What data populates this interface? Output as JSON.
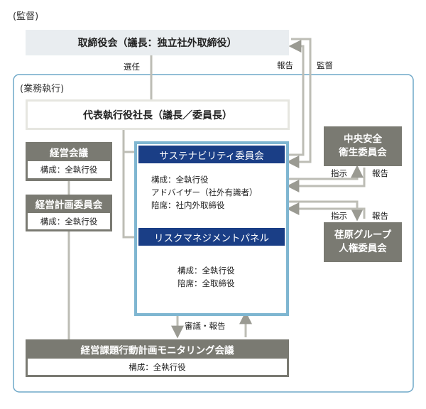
{
  "supervision_label": "(監督)",
  "board": {
    "title": "取締役会（議長：独立社外取締役）"
  },
  "appoint_label": "選任",
  "report_label": "報告",
  "oversee_label": "監督",
  "execution_label": "(業務執行)",
  "president": {
    "title": "代表執行役社長（議長／委員長）"
  },
  "management_meeting": {
    "title": "経営会議",
    "composition": "構成：全執行役"
  },
  "planning_committee": {
    "title": "経営計画委員会",
    "composition": "構成：全執行役"
  },
  "sustainability_committee": {
    "title": "サステナビリティ委員会",
    "lines": [
      "構成：全執行役",
      "アドバイザー（社外有識者）",
      "陪席：社内外取締役"
    ]
  },
  "risk_panel": {
    "title": "リスクマネジメントパネル",
    "lines": [
      "構成：全執行役",
      "陪席：全取締役"
    ]
  },
  "safety_committee": {
    "title_line1": "中央安全",
    "title_line2": "衛生委員会"
  },
  "human_rights_committee": {
    "title_line1": "荏原グループ",
    "title_line2": "人権委員会"
  },
  "instruct_label_1": "指示",
  "report_label_1": "報告",
  "instruct_label_2": "指示",
  "report_label_2": "報告",
  "review_report_label": "審議・報告",
  "monitoring_meeting": {
    "title": "経営課題行動計画モニタリング会議",
    "composition": "構成：全執行役"
  },
  "colors": {
    "board_bg": "#e9edf0",
    "gray_dark": "#7a7a72",
    "gray_line": "#bdbdb5",
    "navy": "#1a3e86",
    "sky": "#7fb6d1",
    "frame": "#6fa8c8"
  }
}
